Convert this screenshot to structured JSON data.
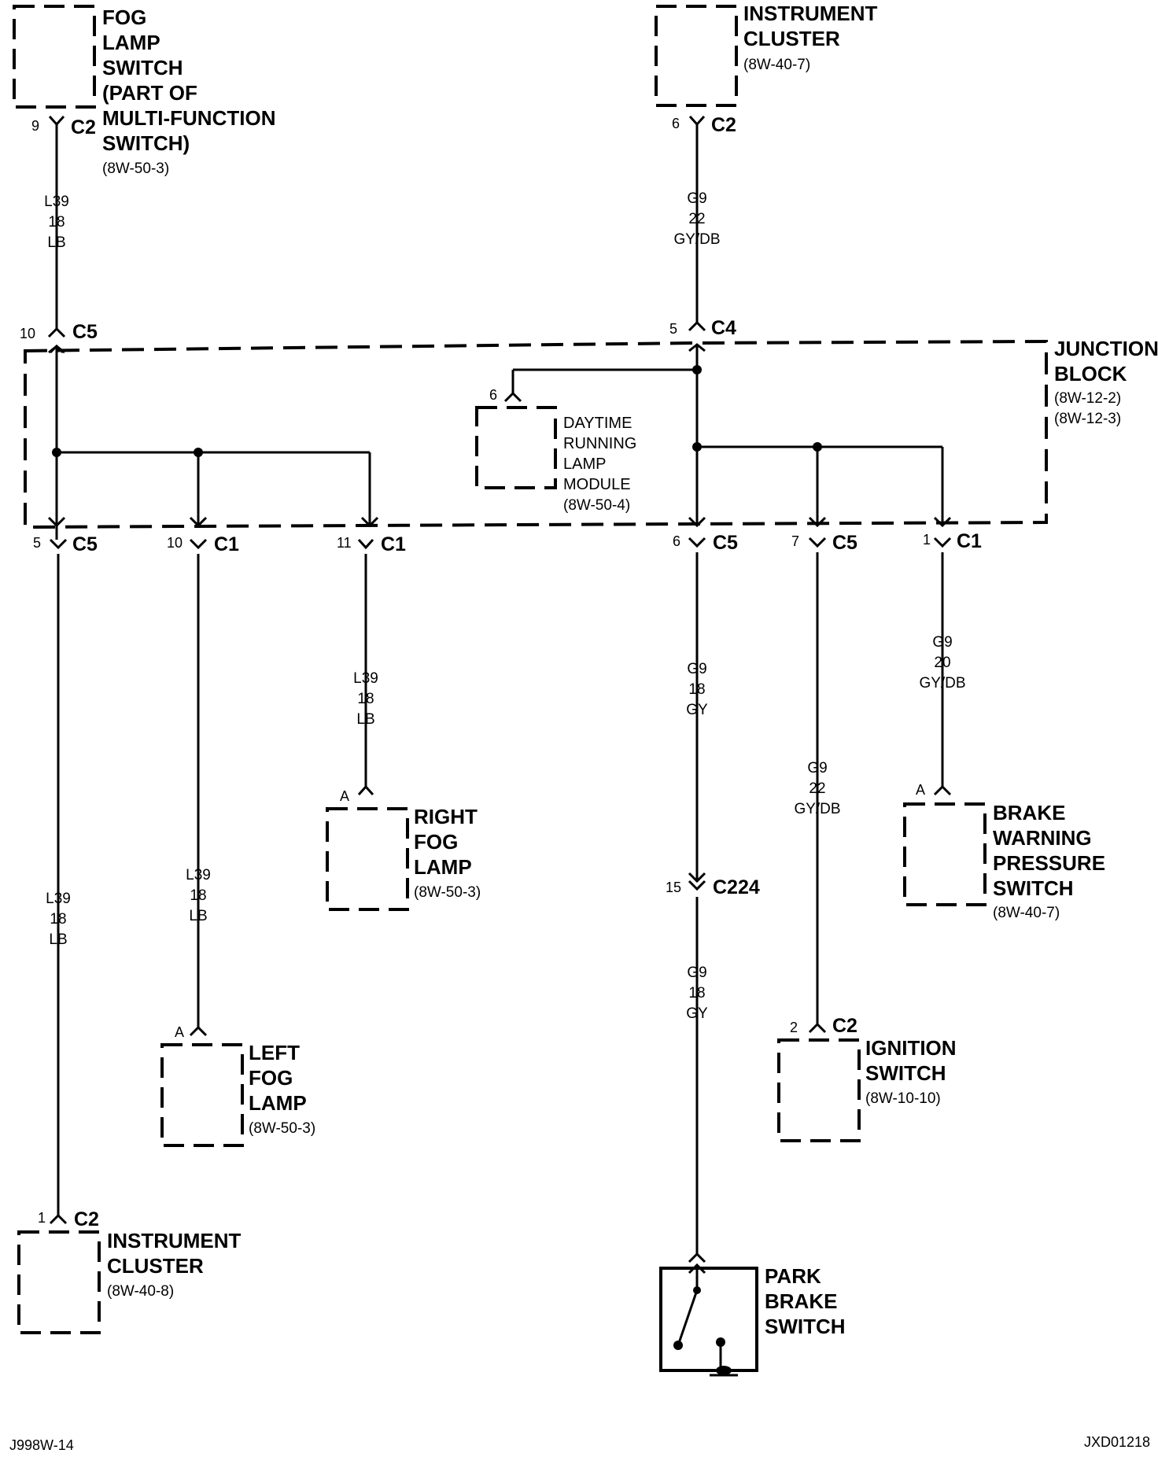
{
  "components": {
    "fog_lamp_switch": {
      "lines": [
        "FOG",
        "LAMP",
        "SWITCH",
        "(PART OF",
        "MULTI-FUNCTION",
        "SWITCH)"
      ],
      "ref": "(8W-50-3)"
    },
    "instrument_cluster_top": {
      "lines": [
        "INSTRUMENT",
        "CLUSTER"
      ],
      "ref": "(8W-40-7)"
    },
    "junction_block": {
      "lines": [
        "JUNCTION",
        "BLOCK"
      ],
      "refs": [
        "(8W-12-2)",
        "(8W-12-3)"
      ]
    },
    "drl_module": {
      "lines": [
        "DAYTIME",
        "RUNNING",
        "LAMP",
        "MODULE"
      ],
      "ref": "(8W-50-4)"
    },
    "right_fog_lamp": {
      "lines": [
        "RIGHT",
        "FOG",
        "LAMP"
      ],
      "ref": "(8W-50-3)"
    },
    "left_fog_lamp": {
      "lines": [
        "LEFT",
        "FOG",
        "LAMP"
      ],
      "ref": "(8W-50-3)"
    },
    "brake_warning_pressure_switch": {
      "lines": [
        "BRAKE",
        "WARNING",
        "PRESSURE",
        "SWITCH"
      ],
      "ref": "(8W-40-7)"
    },
    "ignition_switch": {
      "lines": [
        "IGNITION",
        "SWITCH"
      ],
      "ref": "(8W-10-10)"
    },
    "instrument_cluster_bottom": {
      "lines": [
        "INSTRUMENT",
        "CLUSTER"
      ],
      "ref": "(8W-40-8)"
    },
    "park_brake_switch": {
      "lines": [
        "PARK",
        "BRAKE",
        "SWITCH"
      ]
    }
  },
  "connectors": {
    "fog_switch_c2": {
      "pin": "9",
      "name": "C2"
    },
    "cluster_top_c2": {
      "pin": "6",
      "name": "C2"
    },
    "jb_in_c5": {
      "pin": "10",
      "name": "C5"
    },
    "jb_in_c4": {
      "pin": "5",
      "name": "C4"
    },
    "drl_pin": {
      "pin": "6"
    },
    "jb_out_c5_5": {
      "pin": "5",
      "name": "C5"
    },
    "jb_out_c1_10": {
      "pin": "10",
      "name": "C1"
    },
    "jb_out_c1_11": {
      "pin": "11",
      "name": "C1"
    },
    "jb_out_c5_6": {
      "pin": "6",
      "name": "C5"
    },
    "jb_out_c5_7": {
      "pin": "7",
      "name": "C5"
    },
    "jb_out_c1_1": {
      "pin": "1",
      "name": "C1"
    },
    "right_fog_pin": {
      "pin": "A"
    },
    "left_fog_pin": {
      "pin": "A"
    },
    "brake_warn_pin": {
      "pin": "A"
    },
    "c224": {
      "pin": "15",
      "name": "C224"
    },
    "ignition_c2": {
      "pin": "2",
      "name": "C2"
    },
    "cluster_bottom_c2": {
      "pin": "1",
      "name": "C2"
    }
  },
  "wires": {
    "fog_switch_to_jb": [
      "L39",
      "18",
      "LB"
    ],
    "cluster_to_jb": [
      "G9",
      "22",
      "GY/DB"
    ],
    "jb_to_right_fog": [
      "L39",
      "18",
      "LB"
    ],
    "jb_to_left_fog": [
      "L39",
      "18",
      "LB"
    ],
    "jb_to_cluster_bottom": [
      "L39",
      "18",
      "LB"
    ],
    "jb_to_c224": [
      "G9",
      "18",
      "GY"
    ],
    "c224_to_park_brake": [
      "G9",
      "18",
      "GY"
    ],
    "jb_to_ignition": [
      "G9",
      "22",
      "GY/DB"
    ],
    "jb_to_brake_warn": [
      "G9",
      "20",
      "GY/DB"
    ]
  },
  "footer": {
    "left": "J998W-14",
    "right": "JXD01218"
  }
}
